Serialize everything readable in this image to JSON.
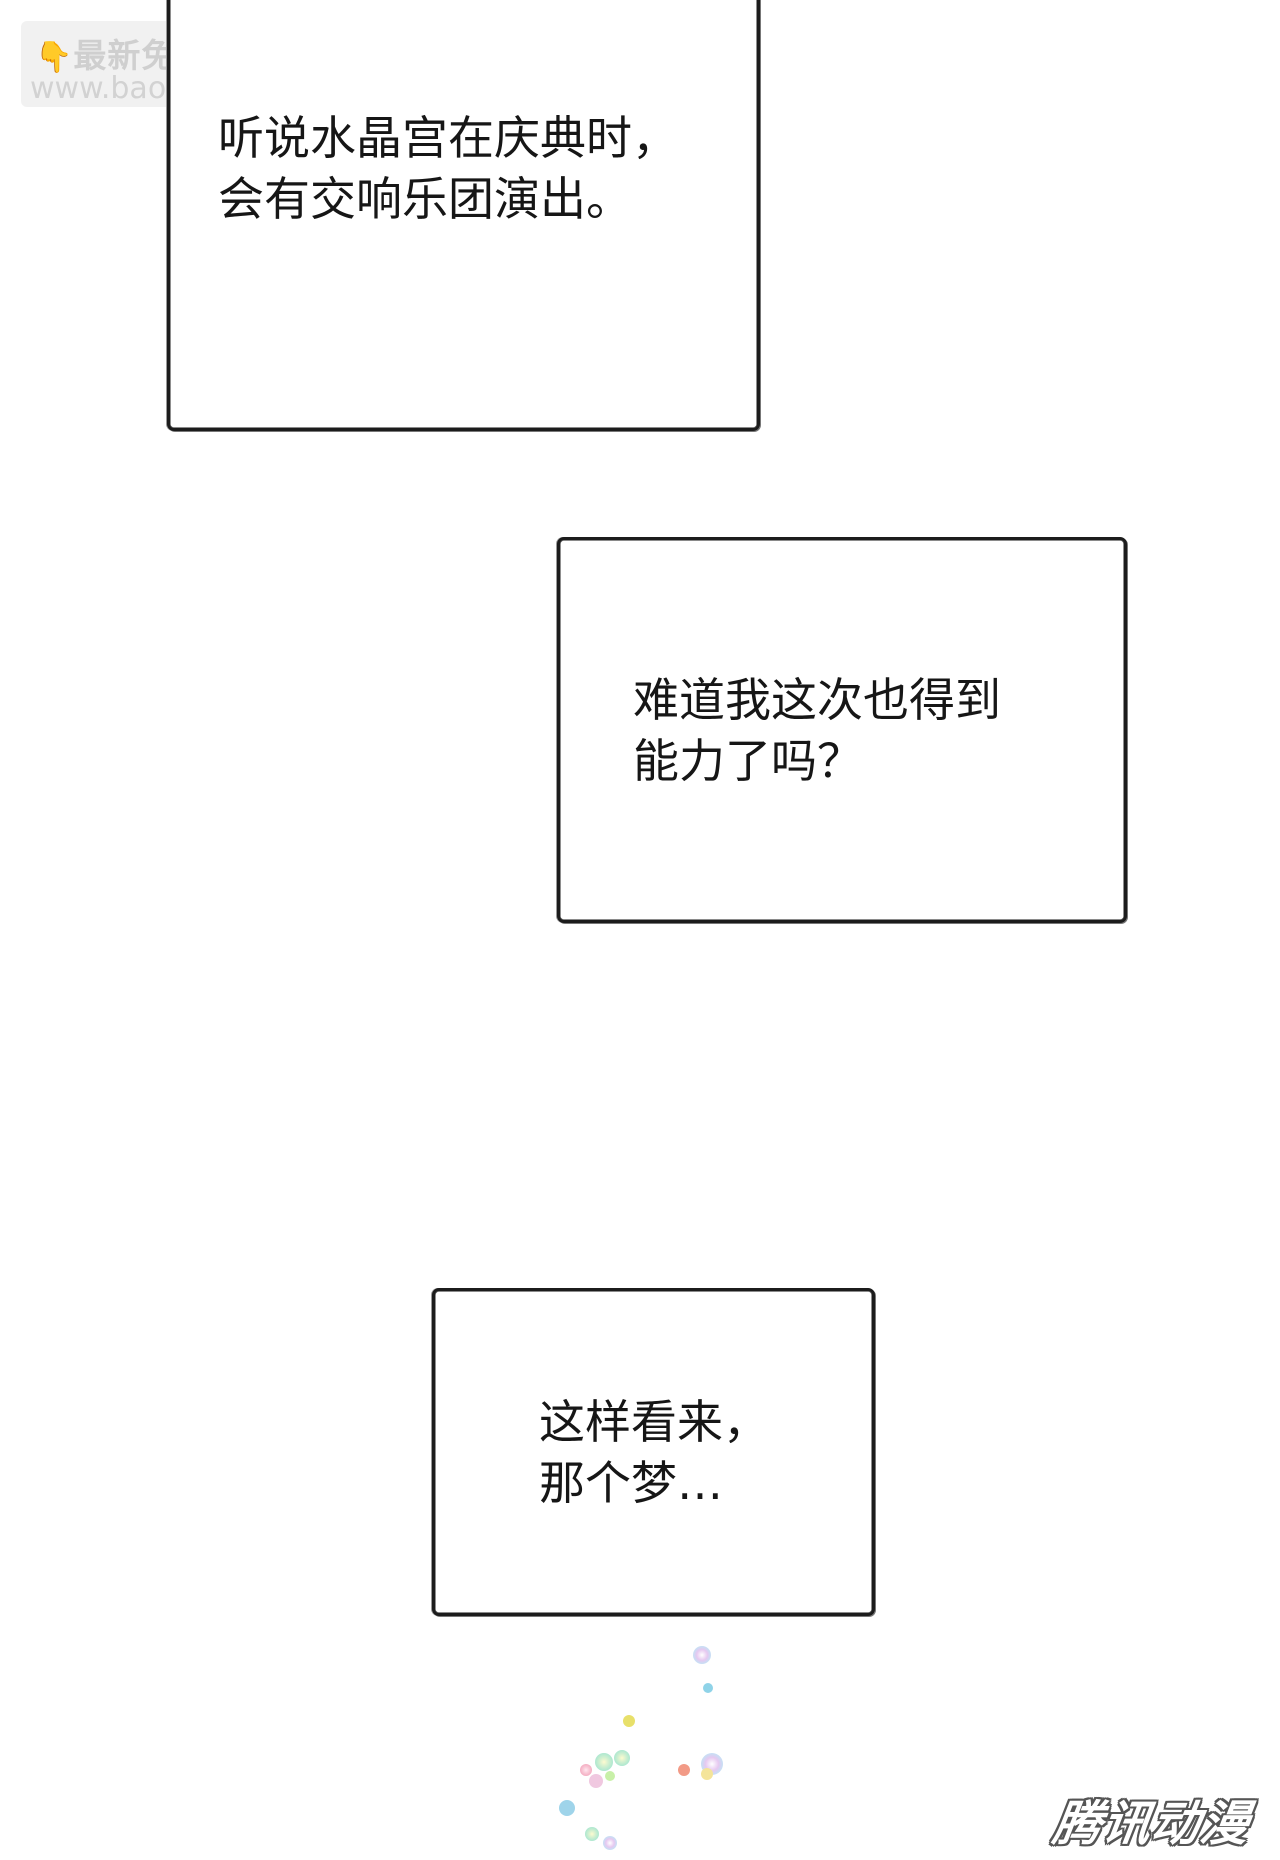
{
  "watermark": {
    "line1": "最新免费漫画",
    "hand_icon": "pointing-down-hand-icon",
    "line2": "www.baozimh.com"
  },
  "captions": [
    {
      "line1": "听说水晶宫在庆典时，",
      "line2": "会有交响乐团演出。"
    },
    {
      "line1": "难道我这次也得到",
      "line2": "能力了吗？"
    },
    {
      "line1": "这样看来，",
      "line2": "那个梦…"
    }
  ],
  "logo": {
    "text": "腾讯动漫"
  },
  "colors": {
    "background": "#ffffff",
    "text": "#161616",
    "border": "#1c1c1c",
    "watermark_accent": "#f2b32a"
  }
}
